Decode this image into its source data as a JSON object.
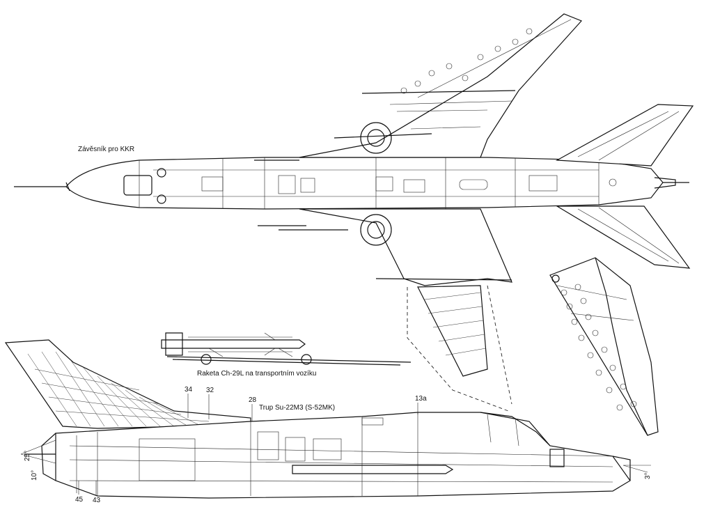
{
  "labels": {
    "pylon": "Závěsník pro KKR",
    "missile_caption": "Raketa Ch-29L na transportním vozíku",
    "fuselage_caption": "Trup Su-22M3 (S-52MK)"
  },
  "section_numbers": {
    "s34": "34",
    "s32": "32",
    "s28": "28",
    "s13a": "13a",
    "s45": "45",
    "s43": "43"
  },
  "angles": {
    "tail_up": "25°",
    "tail_down": "10°",
    "nose": "3°"
  }
}
